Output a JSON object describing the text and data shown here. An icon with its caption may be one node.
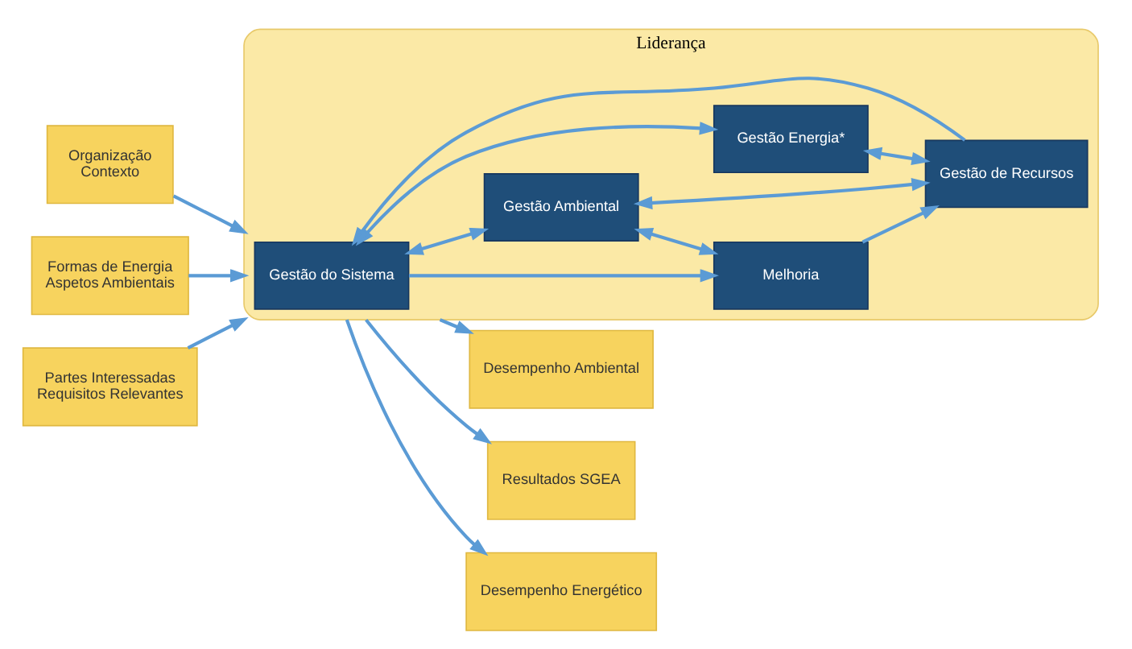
{
  "diagram": {
    "nodes": [
      {
        "text": [
          "Liderança"
        ]
      },
      {
        "text": [
          "Gestão do Sistema"
        ],
        "in": 0
      },
      {
        "text": [
          "Melhoria"
        ],
        "in": 0
      },
      {
        "text": [
          "Gestão Ambiental"
        ],
        "in": 0
      },
      {
        "text": [
          "Gestão Energia*"
        ],
        "in": 0
      },
      {
        "text": [
          "Gestão de Recursos"
        ],
        "in": 0
      },
      {
        "text": [
          "Organização",
          "Contexto"
        ]
      },
      {
        "text": [
          "Formas de Energia",
          "Aspetos Ambientais"
        ]
      },
      {
        "text": [
          "Partes Interessadas",
          "Requisitos Relevantes"
        ]
      },
      {
        "text": [
          "Desempenho Ambiental"
        ]
      },
      {
        "text": [
          "Resultados SGEA"
        ]
      },
      {
        "text": [
          "Desempenho Energético"
        ]
      }
    ],
    "edges": [
      {
        "from": 6,
        "to": 0,
        "arrow": "to"
      },
      {
        "from": 7,
        "to": 0,
        "arrow": "to"
      },
      {
        "from": 8,
        "to": 0,
        "arrow": "to"
      },
      {
        "from": 1,
        "to": 2,
        "arrow": "to"
      },
      {
        "from": 2,
        "to": 5,
        "arrow": "to"
      },
      {
        "from": 5,
        "to": 1,
        "arrow": "to"
      },
      {
        "from": 3,
        "to": 2,
        "arrow": "both"
      },
      {
        "from": 1,
        "to": 3,
        "arrow": "both"
      },
      {
        "from": 1,
        "to": 4,
        "arrow": "both"
      },
      {
        "from": 3,
        "to": 5,
        "arrow": "both"
      },
      {
        "from": 4,
        "to": 5,
        "arrow": "both"
      },
      {
        "from": 0,
        "to": 9,
        "arrow": "to"
      },
      {
        "from": 0,
        "to": 10,
        "arrow": "to"
      },
      {
        "from": 0,
        "to": 11,
        "arrow": "to"
      }
    ]
  }
}
